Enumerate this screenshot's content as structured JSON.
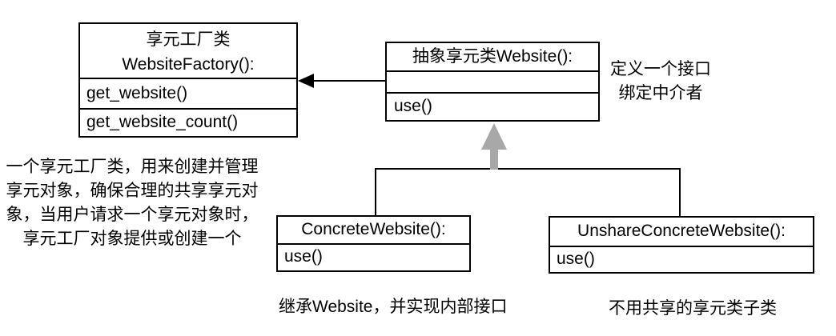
{
  "diagram": {
    "factory": {
      "title_cn": "享元工厂类",
      "title_code": "WebsiteFactory():",
      "methods": [
        "get_website()",
        "get_website_count()"
      ]
    },
    "abstract": {
      "title": "抽象享元类Website():",
      "methods": [
        "use()"
      ]
    },
    "concrete": {
      "title": "ConcreteWebsite():",
      "methods": [
        "use()"
      ]
    },
    "unshare": {
      "title": "UnshareConcreteWebsite():",
      "methods": [
        "use()"
      ]
    },
    "notes": {
      "interface_lines": [
        "定义一个接口",
        "绑定中介者"
      ],
      "factory_lines": [
        "一个享元工厂类，用来创建并管理",
        "享元对象，确保合理的共享享元对",
        "象，当用户请求一个享元对象时，",
        "享元工厂对象提供或创建一个"
      ],
      "concrete": "继承Website，并实现内部接口",
      "unshare": "不用共享的享元类子类"
    },
    "colors": {
      "line": "#000000",
      "inherit_arrow": "#a8a8a8",
      "background": "#ffffff"
    }
  }
}
